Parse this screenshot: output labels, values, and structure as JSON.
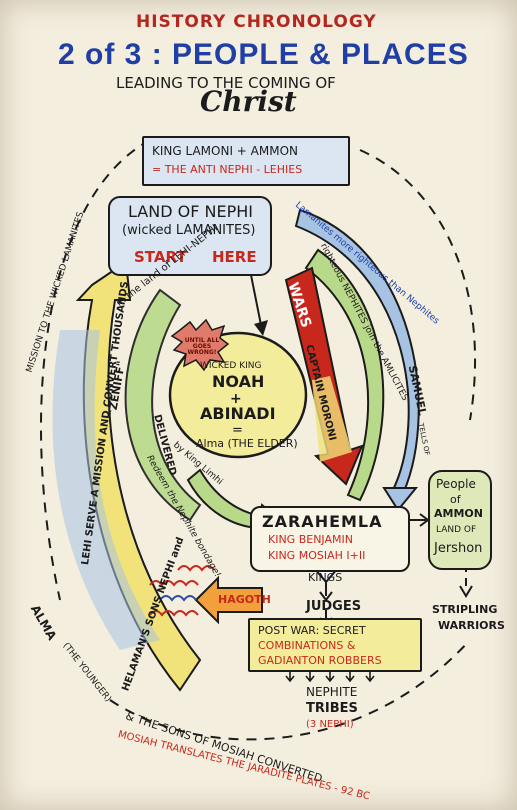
{
  "header": {
    "line1": "HISTORY CHRONOLOGY",
    "line2": "2 of 3 : PEOPLE & PLACES",
    "line3": "LEADING TO THE COMING OF",
    "line4": "Christ"
  },
  "top_box": {
    "line1": "KING LAMONI + AMMON",
    "line2": "= THE ANTI NEPHI - LEHIES"
  },
  "land_of_nephi": {
    "title": "LAND OF NEPHI",
    "subtitle": "(wicked LAMANITES)",
    "start": "START",
    "here": "HERE"
  },
  "center": {
    "burst": "UNTIL ALL GOES WRONG!",
    "line1": "WICKED KING",
    "line2": "NOAH",
    "plus": "+",
    "line3": "ABINADI",
    "equals": "=",
    "line4": "Alma (THE ELDER)"
  },
  "arcs": {
    "inner_left": "in the land of LEHI-NEPHI",
    "zeniff": "\"ZENIFF\"",
    "redeem": "Redeem the Nephite bondage!",
    "delivered": "DELIVERED",
    "king_limhi": "by King Limhi",
    "mission": "MISSION TO THE WICKED LAMANITES",
    "lehi_serve": "LEHI SERVE A MISSION AND CONVERT THOUSANDS",
    "helamans_sons": "HELAMAN'S SONS NEPHI and",
    "wars": "WARS",
    "captain_moroni": "CAPTAIN MORONI",
    "righteous": "righteous NEPHITES join the AMLICITES",
    "samuel": "SAMUEL",
    "lamanites_more": "Lamanites more righteous than Nephites",
    "samuel_note": "TELLS OF"
  },
  "zarahemla": {
    "title": "ZARAHEMLA",
    "line1": "KING BENJAMIN",
    "line2": "KING MOSIAH I+II",
    "kings": "KINGS",
    "judges": "JUDGES"
  },
  "people_of_ammon": {
    "line1": "People",
    "line2": "of",
    "line3": "AMMON",
    "line4": "LAND OF",
    "line5": "Jershon"
  },
  "stripling": {
    "line1": "STRIPLING",
    "line2": "WARRIORS"
  },
  "post_war": {
    "line1": "POST WAR: SECRET",
    "line2": "COMBINATIONS &",
    "line3": "GADIANTON ROBBERS"
  },
  "nephite_tribes": {
    "line1": "NEPHITE",
    "line2": "TRIBES",
    "line3": "(3 NEPHI)"
  },
  "hagoth": {
    "label": "HAGOTH"
  },
  "alma_younger": {
    "name": "ALMA",
    "note": "(THE YOUNGER)",
    "sons": "& THE SONS OF MOSIAH CONVERTED",
    "mosiah": "MOSIAH TRANSLATES THE JARADITE PLATES - 92 BC"
  },
  "colors": {
    "title_red": "#b3271e",
    "title_blue": "#1f3fa6",
    "box_blue": "#dbe6f2",
    "circle_yellow": "#f3ec9a",
    "arrow_yellow": "#f1e27a",
    "arrow_green": "#b9d98a",
    "arrow_blue": "#a7c3e3",
    "red": "#c8281c",
    "orange": "#f1a03b"
  }
}
